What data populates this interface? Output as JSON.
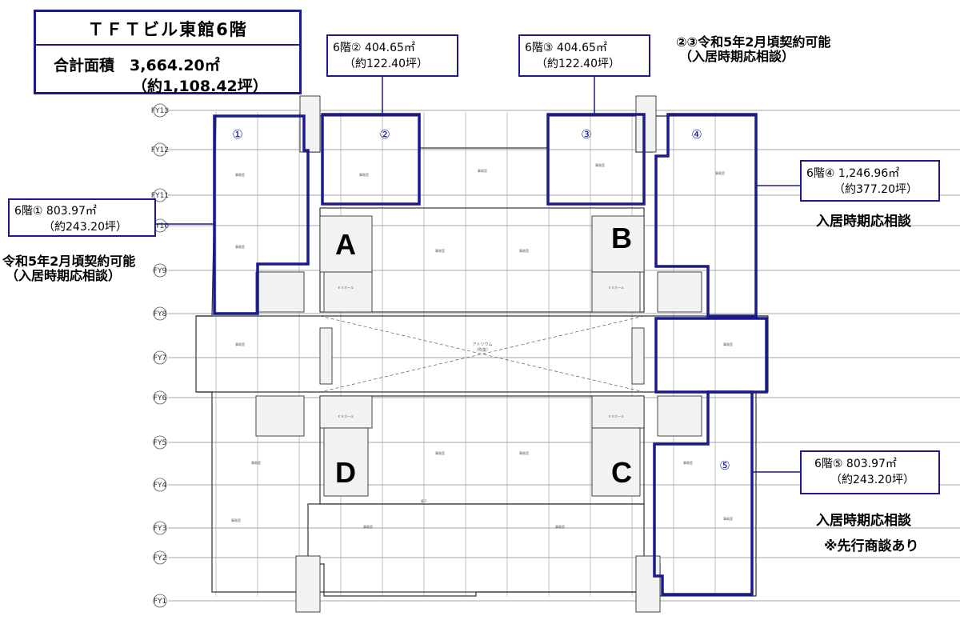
{
  "title": {
    "building": "ＴＦＴビル東館6階",
    "total": "合計面積　3,664.20㎡",
    "total_tsubo": "（約1,108.42坪）"
  },
  "units": [
    {
      "marker": "①",
      "line1": "6階① 803.97㎡",
      "line2": "（約243.20坪）"
    },
    {
      "marker": "②",
      "line1": "6階② 404.65㎡",
      "line2": "（約122.40坪）"
    },
    {
      "marker": "③",
      "line1": "6階③ 404.65㎡",
      "line2": "（約122.40坪）"
    },
    {
      "marker": "④",
      "line1": "6階④ 1,246.96㎡",
      "line2": "（約377.20坪）"
    },
    {
      "marker": "⑤",
      "line1": "6階⑤ 803.97㎡",
      "line2": "（約243.20坪）"
    }
  ],
  "notes": {
    "n23_line1": "②③令和5年2月頃契約可能",
    "n23_line2": "（入居時期応相談）",
    "n1_line1": "令和5年2月頃契約可能",
    "n1_line2": "（入居時期応相談）",
    "n4": "入居時期応相談",
    "n5_line1": "入居時期応相談",
    "n5_line2": "※先行商談あり"
  },
  "cores": [
    "A",
    "B",
    "C",
    "D"
  ],
  "grid_labels": [
    "FY13",
    "FY12",
    "FY11",
    "FY10",
    "FY9",
    "FY8",
    "FY7",
    "FY6",
    "FY5",
    "FY4",
    "FY3",
    "FY2",
    "FY1"
  ],
  "plan_labels": {
    "atrium": "アトリウム",
    "atrium_sub": "（吹抜）",
    "office": "事務室",
    "ev_hall": "ＥＶホール",
    "corridor": "廊下"
  },
  "colors": {
    "outline": "#1a1a8c",
    "plan": "#333333"
  }
}
